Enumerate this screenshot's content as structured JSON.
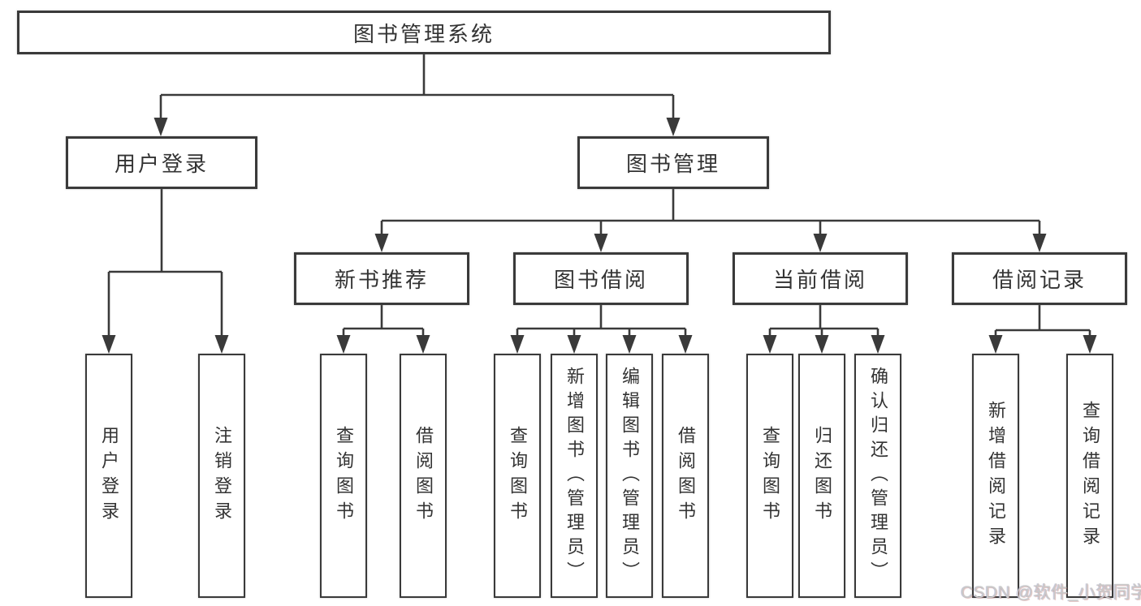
{
  "diagram": {
    "root": "图书管理系统",
    "branches": {
      "user": "用户登录",
      "book": "图书管理"
    },
    "user_children": [
      "用户登录",
      "注销登录"
    ],
    "sections": [
      "新书推荐",
      "图书借阅",
      "当前借阅",
      "借阅记录"
    ],
    "new_book_children": [
      "查询图书",
      "借阅图书"
    ],
    "borrow_children": [
      "查询图书",
      "新增图书（管理员）",
      "编辑图书（管理员）",
      "借阅图书"
    ],
    "current_children": [
      "查询图书",
      "归还图书",
      "确认归还（管理员）"
    ],
    "record_children": [
      "新增借阅记录",
      "查询借阅记录"
    ]
  },
  "watermark": "CSDN @软件_小贺同学",
  "colors": {
    "line": "#3a3a3a",
    "text": "#333333",
    "watermark": "#c9c9c9",
    "background": "#ffffff"
  }
}
